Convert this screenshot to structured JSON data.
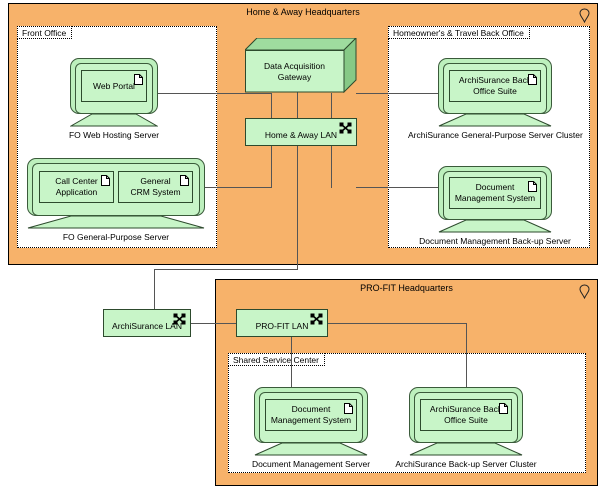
{
  "diagram": {
    "title": "Infrastructure / technology layer diagram",
    "colors": {
      "location_fill": "#f7b26a",
      "node_fill": "#c8f5c8",
      "node_stroke": "#2d4a2d",
      "connector": "#555555",
      "group_border": "#000000"
    }
  },
  "locations": [
    {
      "id": "hq",
      "label": "Home & Away Headquarters",
      "pin_icon": "location-pin-icon"
    },
    {
      "id": "profit",
      "label": "PRO-FIT Headquarters",
      "pin_icon": "location-pin-icon"
    }
  ],
  "groups": [
    {
      "id": "front_office",
      "label": "Front Office"
    },
    {
      "id": "back_office",
      "label": "Homeowner's & Travel Back Office"
    },
    {
      "id": "shared_service",
      "label": "Shared Service Center"
    }
  ],
  "nodes": {
    "gateway": {
      "label": "Data Acquisition Gateway",
      "type": "node-3d"
    },
    "hna_lan": {
      "label": "Home & Away LAN",
      "type": "network",
      "icon": "network-icon"
    },
    "archisurance_lan": {
      "label": "ArchiSurance LAN",
      "type": "network",
      "icon": "network-icon"
    },
    "profit_lan": {
      "label": "PRO-FIT LAN",
      "type": "network",
      "icon": "network-icon"
    }
  },
  "devices": [
    {
      "id": "fo_web_hosting",
      "label": "FO Web Hosting Server",
      "apps": [
        {
          "label": "Web Portal",
          "icon": "document-icon"
        }
      ]
    },
    {
      "id": "fo_general_purpose",
      "label": "FO General-Purpose Server",
      "apps": [
        {
          "label": "Call Center Application",
          "icon": "document-icon"
        },
        {
          "label": "General CRM System",
          "icon": "document-icon"
        }
      ]
    },
    {
      "id": "archisurance_gp_cluster",
      "label": "ArchiSurance General-Purpose Server Cluster",
      "apps": [
        {
          "label": "ArchiSurance Back Office Suite",
          "icon": "document-icon"
        }
      ]
    },
    {
      "id": "dm_backup_server",
      "label": "Document Management Back-up Server",
      "apps": [
        {
          "label": "Document Management System",
          "icon": "document-icon"
        }
      ]
    },
    {
      "id": "dm_server",
      "label": "Document Management Server",
      "apps": [
        {
          "label": "Document Management System",
          "icon": "document-icon"
        }
      ]
    },
    {
      "id": "archisurance_backup_cluster",
      "label": "ArchiSurance Back-up Server Cluster",
      "apps": [
        {
          "label": "ArchiSurance Back Office Suite",
          "icon": "document-icon"
        }
      ]
    }
  ],
  "app_lines": {
    "web_portal_1": "Web Portal",
    "call_center_1": "Call Center",
    "call_center_2": "Application",
    "crm_1": "General",
    "crm_2": "CRM System",
    "back_office_1": "ArchiSurance Back",
    "back_office_2": "Office Suite",
    "dms_1": "Document",
    "dms_2": "Management System",
    "gateway_1": "Data Acquisition",
    "gateway_2": "Gateway"
  }
}
